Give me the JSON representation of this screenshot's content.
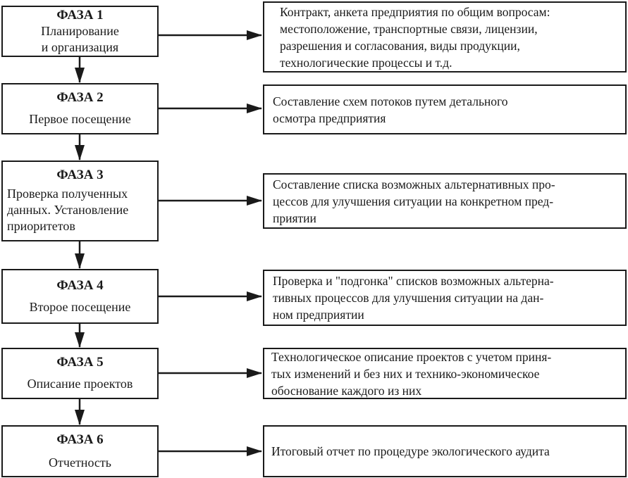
{
  "phases": [
    {
      "title": "ФАЗА 1",
      "lines": [
        "Планирование",
        "и организация"
      ],
      "result": [
        "Контракт, анкета предприятия по общим вопросам:",
        "местоположение, транспортные связи, лицензии,",
        "разрешения и согласования, виды продукции,",
        "технологические процессы и т.д."
      ]
    },
    {
      "title": "ФАЗА 2",
      "lines": [
        "Первое посещение"
      ],
      "result": [
        "Составление схем потоков путем детального",
        "осмотра предприятия"
      ]
    },
    {
      "title": "ФАЗА 3",
      "lines": [
        "Проверка полученных",
        "данных. Установление",
        "приоритетов"
      ],
      "result": [
        "Составление списка возможных альтернативных про-",
        "цессов для улучшения ситуации на конкретном пред-",
        "приятии"
      ]
    },
    {
      "title": "ФАЗА 4",
      "lines": [
        "Второе посещение"
      ],
      "result": [
        "Проверка и \"подгонка\" списков возможных альтерна-",
        "тивных процессов для улучшения ситуации на дан-",
        "ном предприятии"
      ]
    },
    {
      "title": "ФАЗА 5",
      "lines": [
        "Описание проектов"
      ],
      "result": [
        "Технологическое описание проектов с учетом приня-",
        "тых изменений и без них и технико-экономическое",
        "обоснование каждого из них"
      ]
    },
    {
      "title": "ФАЗА 6",
      "lines": [
        "Отчетность"
      ],
      "result": [
        "Итоговый отчет по процедуре экологического аудита"
      ]
    }
  ]
}
